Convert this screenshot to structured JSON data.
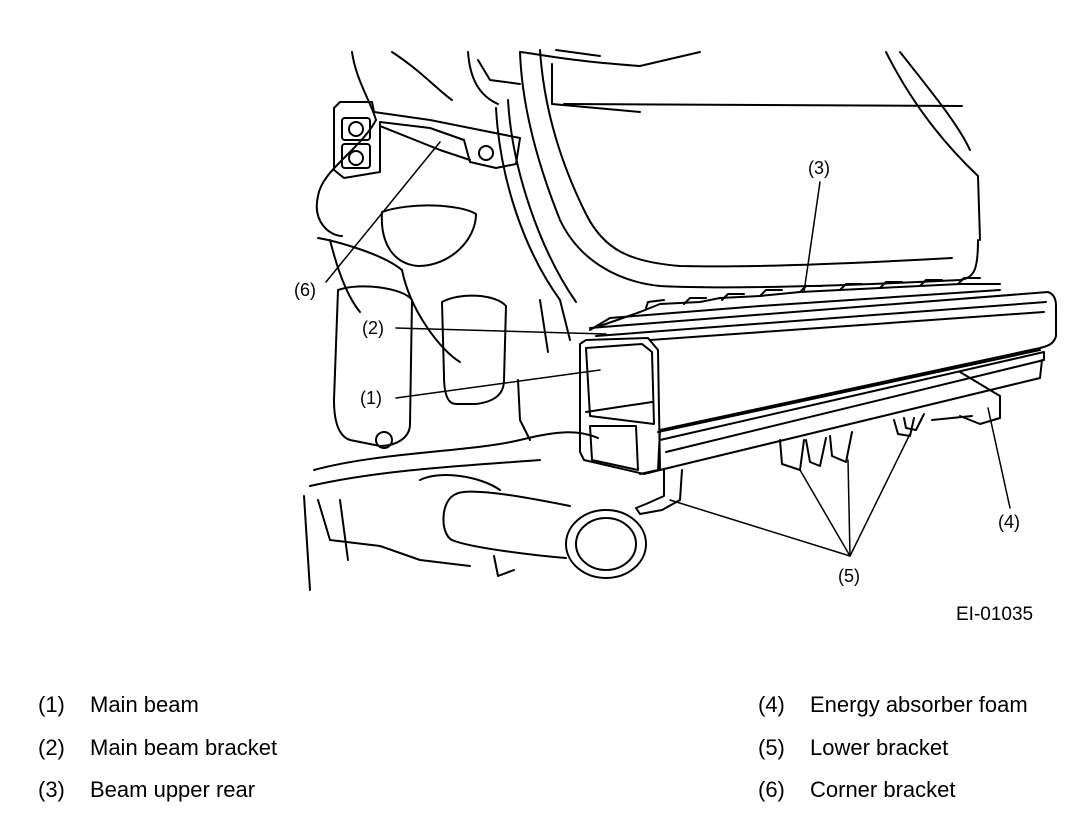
{
  "figure_id": "EI-01035",
  "callouts": {
    "c1": "(1)",
    "c2": "(2)",
    "c3": "(3)",
    "c4": "(4)",
    "c5": "(5)",
    "c6": "(6)"
  },
  "legend": {
    "left": [
      {
        "num": "(1)",
        "label": "Main beam"
      },
      {
        "num": "(2)",
        "label": "Main beam bracket"
      },
      {
        "num": "(3)",
        "label": "Beam upper rear"
      }
    ],
    "right": [
      {
        "num": "(4)",
        "label": "Energy absorber foam"
      },
      {
        "num": "(5)",
        "label": "Lower bracket"
      },
      {
        "num": "(6)",
        "label": "Corner bracket"
      }
    ]
  }
}
